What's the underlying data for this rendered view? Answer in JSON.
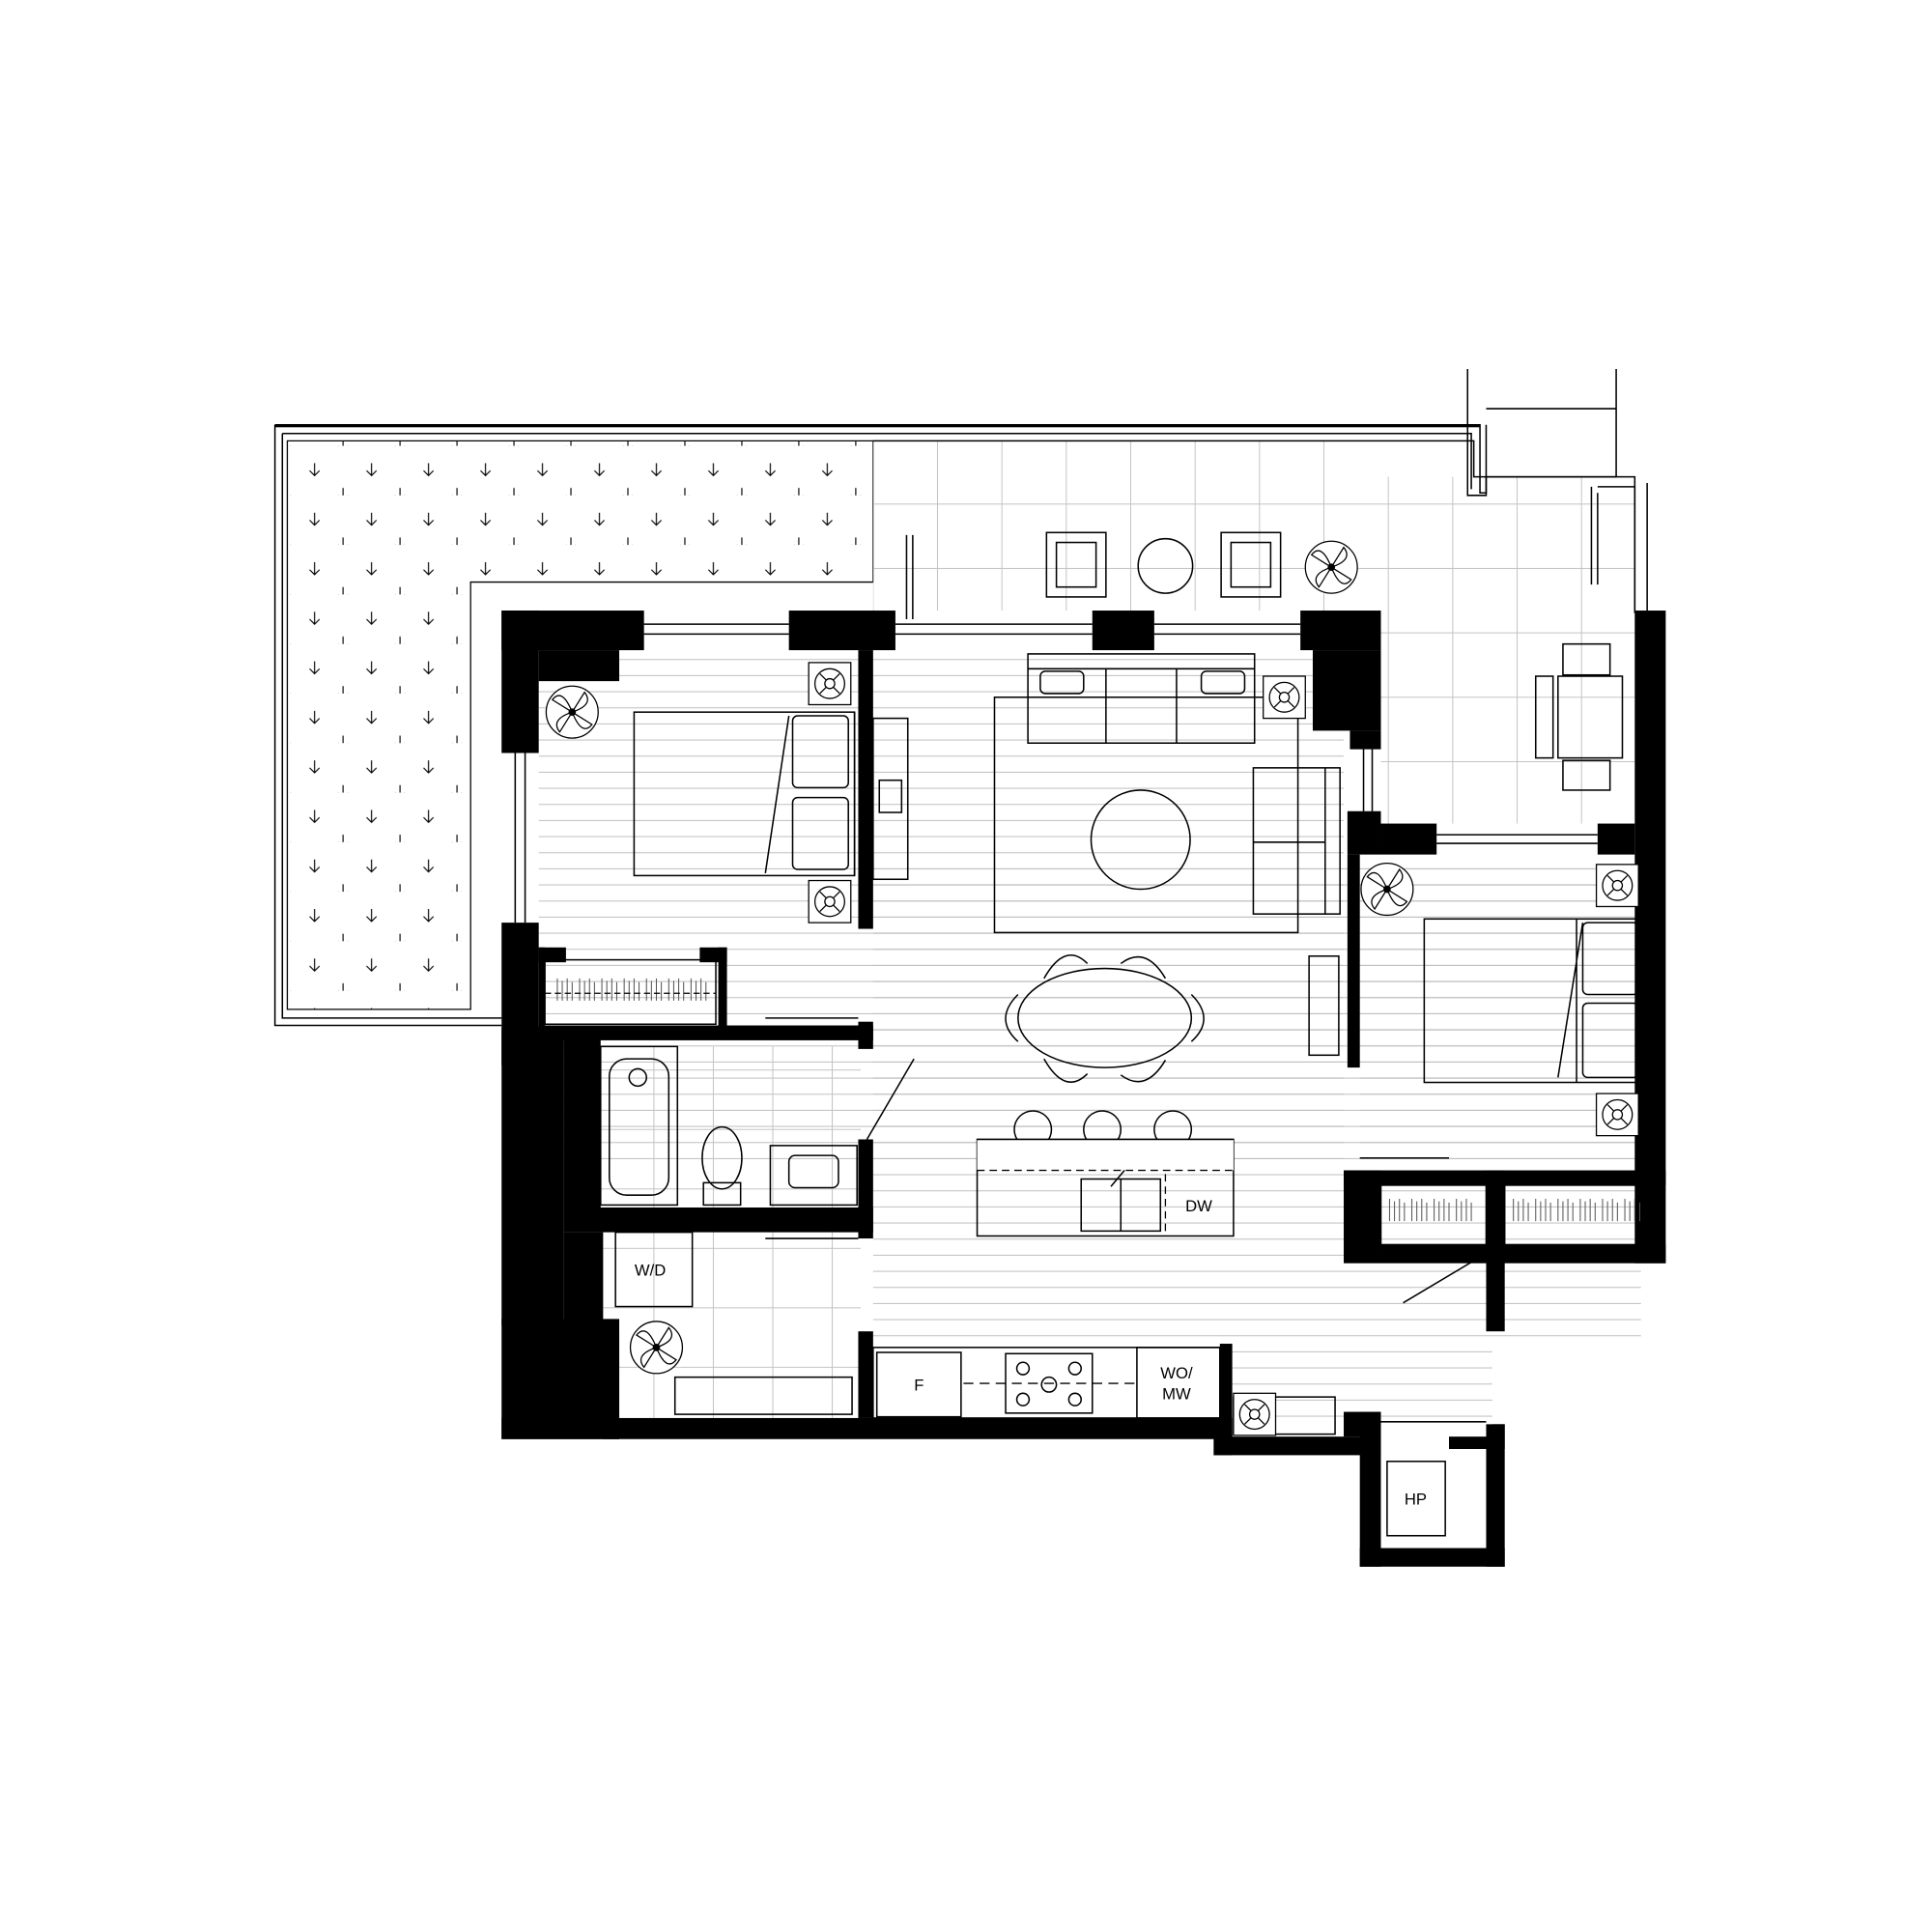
{
  "plan": {
    "colors": {
      "wall": "#000000",
      "background": "#ffffff",
      "floor_line": "#b5b5b5"
    },
    "labels": {
      "washer_dryer": "W/D",
      "fridge": "F",
      "wall_oven_microwave_line1": "WO/",
      "wall_oven_microwave_line2": "MW",
      "dishwasher": "DW",
      "heat_pump": "HP"
    }
  }
}
